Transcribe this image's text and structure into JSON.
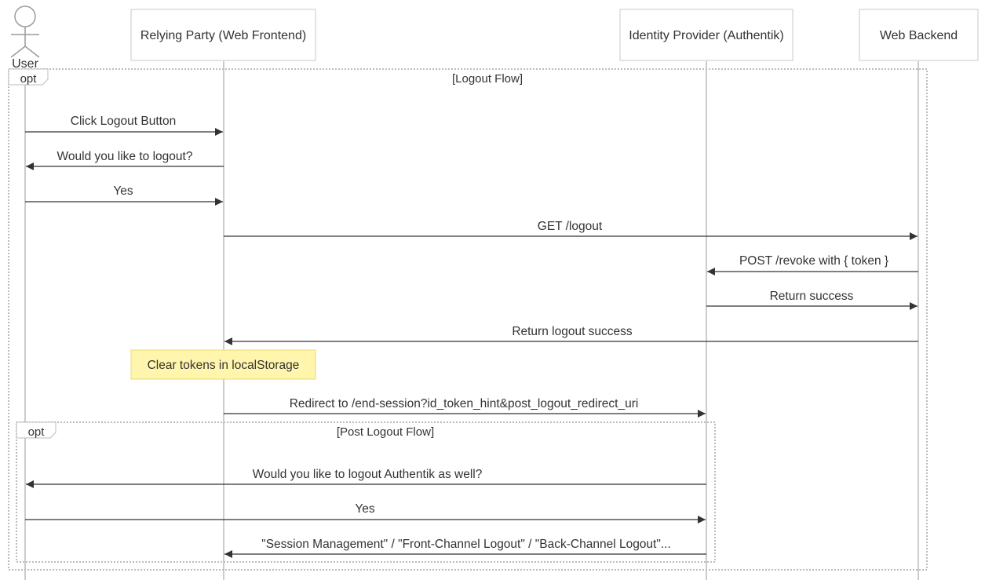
{
  "participants": [
    {
      "id": "user",
      "label": "User",
      "kind": "actor"
    },
    {
      "id": "rp",
      "label": "Relying Party (Web Frontend)",
      "kind": "box"
    },
    {
      "id": "idp",
      "label": "Identity Provider (Authentik)",
      "kind": "box"
    },
    {
      "id": "backend",
      "label": "Web Backend",
      "kind": "box"
    }
  ],
  "fragments": [
    {
      "id": "logout",
      "keyword": "opt",
      "condition": "[Logout Flow]"
    },
    {
      "id": "post-logout",
      "keyword": "opt",
      "condition": "[Post Logout Flow]"
    }
  ],
  "messages": [
    {
      "from": "user",
      "to": "rp",
      "label": "Click Logout Button"
    },
    {
      "from": "rp",
      "to": "user",
      "label": "Would you like to logout?"
    },
    {
      "from": "user",
      "to": "rp",
      "label": "Yes"
    },
    {
      "from": "rp",
      "to": "backend",
      "label": "GET /logout"
    },
    {
      "from": "backend",
      "to": "idp",
      "label": "POST /revoke with { token }"
    },
    {
      "from": "idp",
      "to": "backend",
      "label": "Return success"
    },
    {
      "from": "backend",
      "to": "rp",
      "label": "Return logout success"
    },
    {
      "from": "rp",
      "to": "idp",
      "label": "Redirect to /end-session?id_token_hint&post_logout_redirect_uri"
    },
    {
      "from": "idp",
      "to": "user",
      "label": "Would you like to logout Authentik as well?"
    },
    {
      "from": "user",
      "to": "idp",
      "label": "Yes"
    },
    {
      "from": "idp",
      "to": "rp",
      "label": "\"Session Management\" / \"Front-Channel Logout\" / \"Back-Channel Logout\"..."
    }
  ],
  "notes": [
    {
      "over": "rp",
      "label": "Clear tokens in localStorage",
      "color": "#fff5ad"
    }
  ]
}
